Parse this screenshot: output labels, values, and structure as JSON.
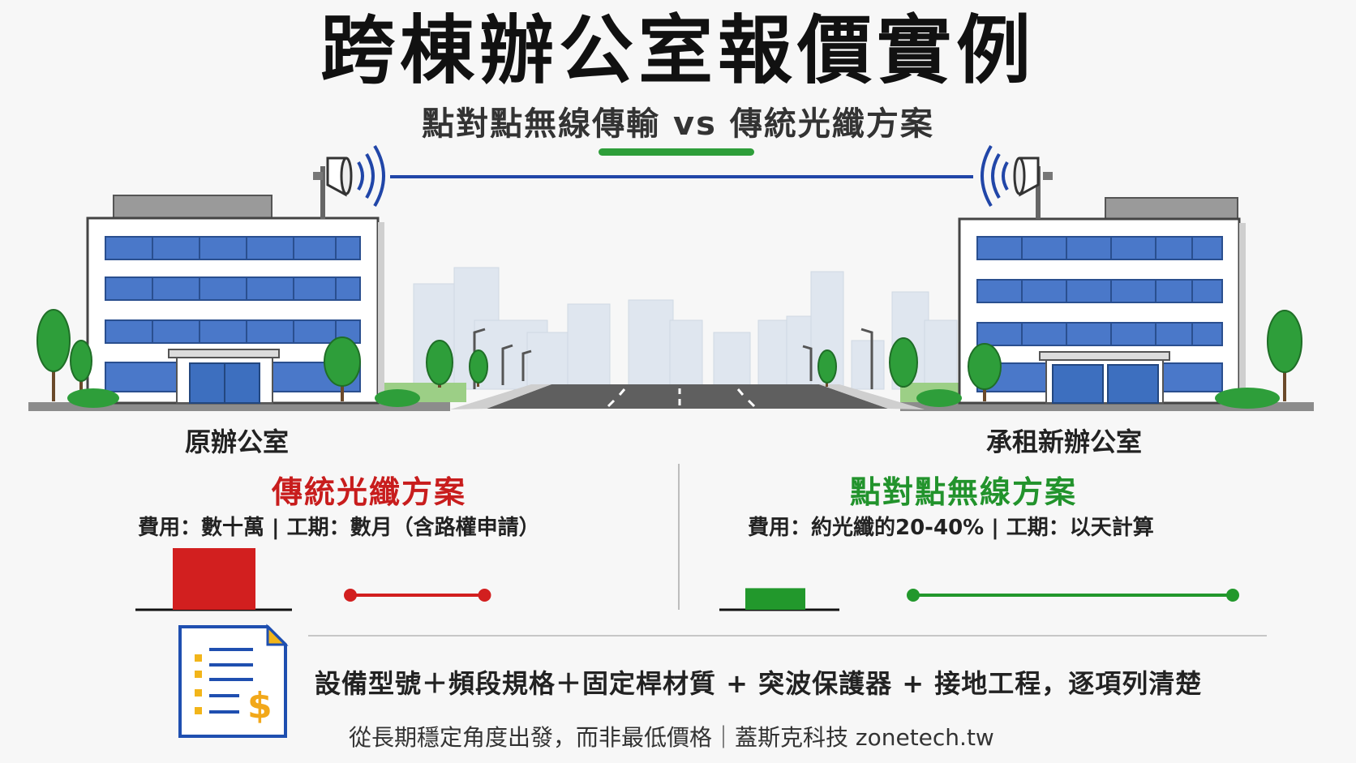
{
  "header": {
    "title": "跨棟辦公室報價實例",
    "subtitle": "點對點無線傳輸 vs 傳統光纖方案"
  },
  "buildings": {
    "left_label": "原辦公室",
    "right_label": "承租新辦公室"
  },
  "plans": {
    "fiber": {
      "title": "傳統光纖方案",
      "detail": "費用：數十萬 | 工期：數月（含路權申請）",
      "color": "#d21f1f",
      "relative_cost": 1.0,
      "relative_duration": 0.42
    },
    "wireless": {
      "title": "點對點無線方案",
      "detail": "費用：約光纖的20-40% | 工期：以天計算",
      "color": "#22982c",
      "relative_cost": 0.35,
      "relative_duration": 1.0
    }
  },
  "formula": "設備型號＋頻段規格＋固定桿材質 + 突波保護器 + 接地工程，逐項列清楚",
  "footer": "從長期穩定角度出發，而非最低價格｜蓋斯克科技 zonetech.tw",
  "icons": {
    "antenna": "dish-antenna-icon",
    "signal": "wifi-waves-icon",
    "document": "invoice-document-icon"
  }
}
